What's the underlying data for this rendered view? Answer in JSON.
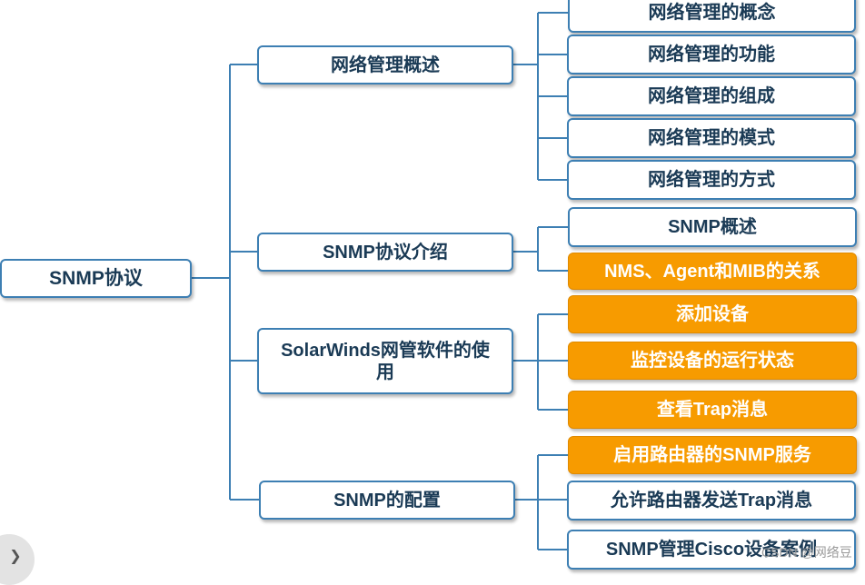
{
  "root": {
    "label": "SNMP协议"
  },
  "branches": [
    {
      "label": "网络管理概述",
      "children": [
        {
          "label": "网络管理的概念",
          "highlight": false
        },
        {
          "label": "网络管理的功能",
          "highlight": false
        },
        {
          "label": "网络管理的组成",
          "highlight": false
        },
        {
          "label": "网络管理的模式",
          "highlight": false
        },
        {
          "label": "网络管理的方式",
          "highlight": false
        }
      ]
    },
    {
      "label": "SNMP协议介绍",
      "children": [
        {
          "label": "SNMP概述",
          "highlight": false
        },
        {
          "label": "NMS、Agent和MIB的关系",
          "highlight": true
        }
      ]
    },
    {
      "label": "SolarWinds网管软件的使用",
      "children": [
        {
          "label": "添加设备",
          "highlight": true
        },
        {
          "label": "监控设备的运行状态",
          "highlight": true
        },
        {
          "label": "查看Trap消息",
          "highlight": true
        }
      ]
    },
    {
      "label": "SNMP的配置",
      "children": [
        {
          "label": "启用路由器的SNMP服务",
          "highlight": true
        },
        {
          "label": "允许路由器发送Trap消息",
          "highlight": false
        },
        {
          "label": "SNMP管理Cisco设备案例",
          "highlight": false
        }
      ]
    }
  ],
  "watermark": "CSDN @网络豆",
  "colors": {
    "line": "#3d7fb3",
    "highlight": "#f79b00",
    "text": "#1a3a55"
  },
  "icons": {
    "expand": "chevron-right-icon"
  }
}
